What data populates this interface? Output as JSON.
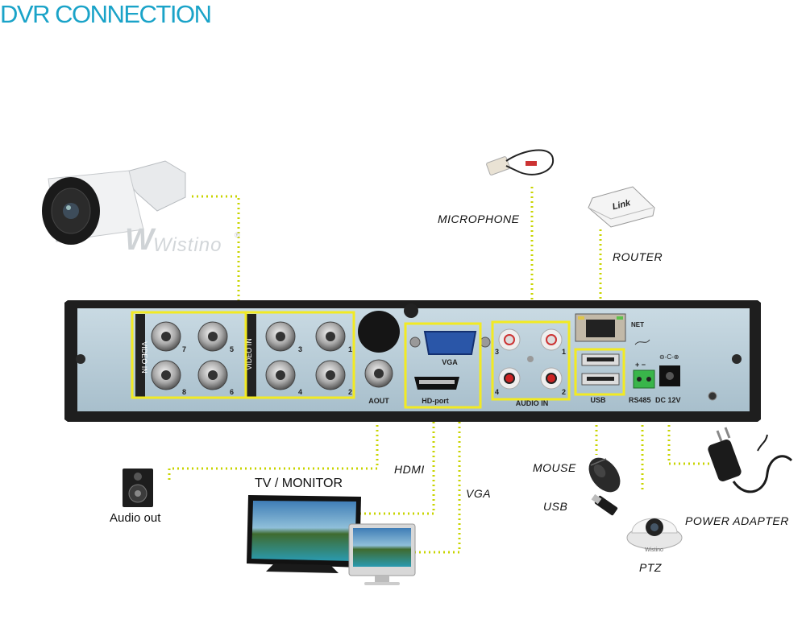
{
  "title": "DVR CONNECTION",
  "brand": {
    "logo_text": "Wistino",
    "registered": "®",
    "dome_text": "Wistino"
  },
  "colors": {
    "title": "#1aa3c8",
    "connector_line": "#c8d400",
    "highlight_box": "#f2ea22",
    "panel": "#b8cdd8",
    "chassis": "#1e1e1e"
  },
  "labels": {
    "microphone": "MICROPHONE",
    "router": "ROUTER",
    "router_brand": "Link",
    "hdmi": "HDMI",
    "vga": "VGA",
    "mouse": "MOUSE",
    "usb": "USB",
    "power_adapter": "POWER ADAPTER",
    "tv_monitor": "TV / MONITOR",
    "audio_out": "Audio out",
    "ptz": "PTZ"
  },
  "panel": {
    "video_in_left": "VIDEO IN",
    "video_in_right": "VIDEO IN",
    "bnc_numbers": [
      "7",
      "5",
      "3",
      "1",
      "8",
      "6",
      "4",
      "2"
    ],
    "aout": "AOUT",
    "vga": "VGA",
    "hd_port": "HD-port",
    "audio_in": "AUDIO IN",
    "audio_numbers": [
      "3",
      "1",
      "4",
      "2"
    ],
    "net": "NET",
    "usb": "USB",
    "rs485": "RS485",
    "rs485_polarity": "+ −",
    "dc": "DC 12V",
    "dc_symbol": "⊖-C-⊕"
  },
  "icons": [
    "camera-icon",
    "microphone-icon",
    "router-icon",
    "speaker-icon",
    "monitor-icon",
    "mouse-icon",
    "usb-stick-icon",
    "dome-camera-icon",
    "power-adapter-icon"
  ]
}
